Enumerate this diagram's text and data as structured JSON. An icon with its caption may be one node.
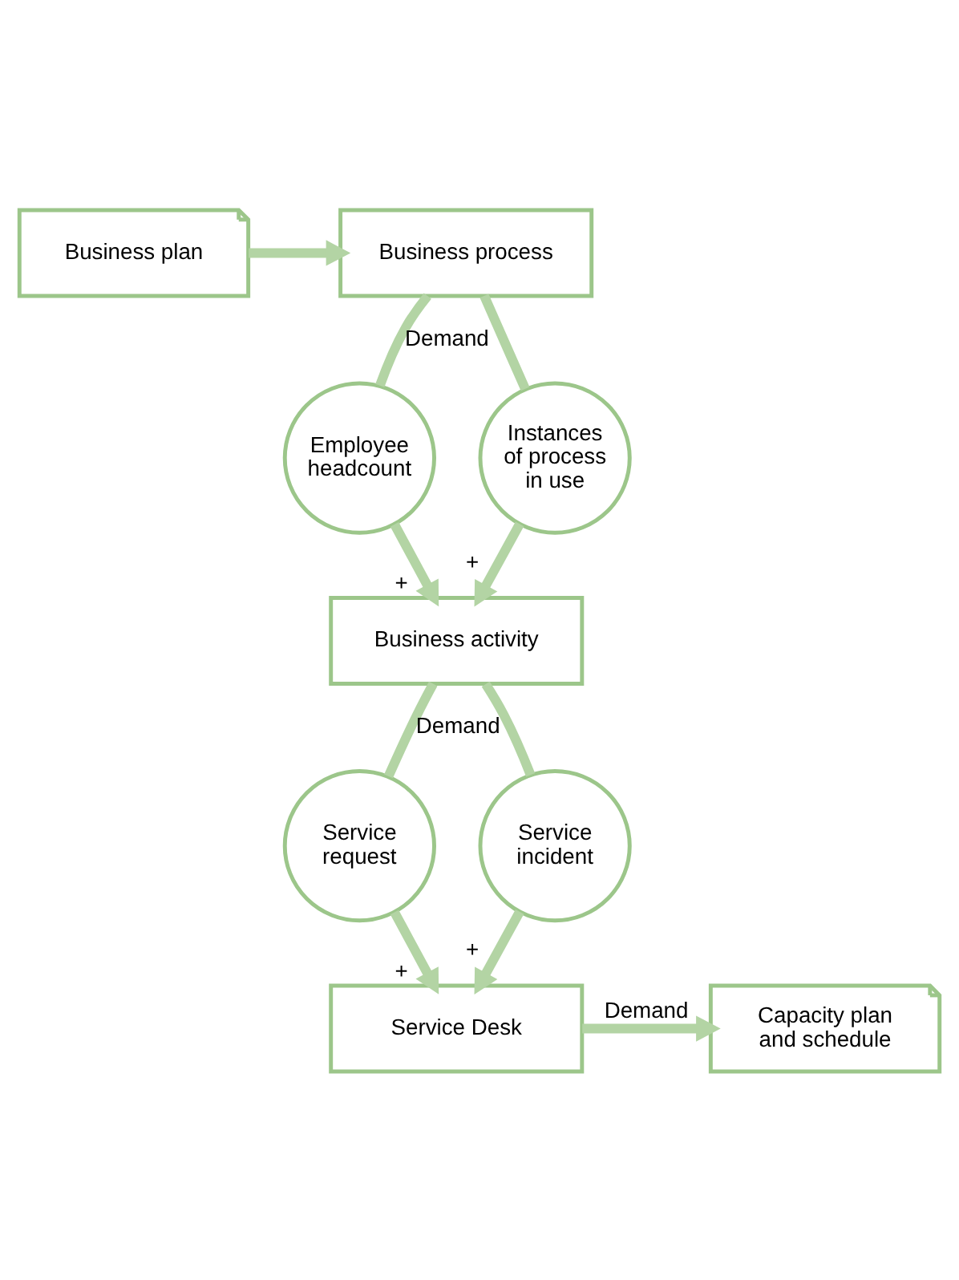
{
  "diagram": {
    "nodes": [
      {
        "text": [
          "Business process"
        ]
      },
      {
        "text": [
          "Business plan"
        ]
      },
      {
        "text": [
          "Employee headcount"
        ]
      },
      {
        "text": [
          "Instances of process in use"
        ]
      },
      {
        "text": [
          "Business activity"
        ]
      },
      {
        "text": [
          "Service request"
        ]
      },
      {
        "text": [
          "Service incident"
        ]
      },
      {
        "text": [
          "Service Desk"
        ]
      },
      {
        "text": [
          "Capacity plan and schedule"
        ]
      }
    ],
    "edges": [
      {
        "from": 1,
        "to": 0,
        "arrow": "to"
      },
      {
        "from": 0,
        "to": 2,
        "arrow": "none",
        "label": "Demand"
      },
      {
        "from": 0,
        "to": 3,
        "arrow": "none"
      },
      {
        "from": 2,
        "to": 4,
        "arrow": "to",
        "label": "+"
      },
      {
        "from": 3,
        "to": 4,
        "arrow": "to",
        "label": "+"
      },
      {
        "from": 4,
        "to": 5,
        "arrow": "none",
        "label": "Demand"
      },
      {
        "from": 4,
        "to": 6,
        "arrow": "none"
      },
      {
        "from": 5,
        "to": 7,
        "arrow": "to",
        "label": "+"
      },
      {
        "from": 6,
        "to": 7,
        "arrow": "to",
        "label": "+"
      },
      {
        "from": 7,
        "to": 8,
        "arrow": "to",
        "label": "Demand"
      }
    ]
  }
}
